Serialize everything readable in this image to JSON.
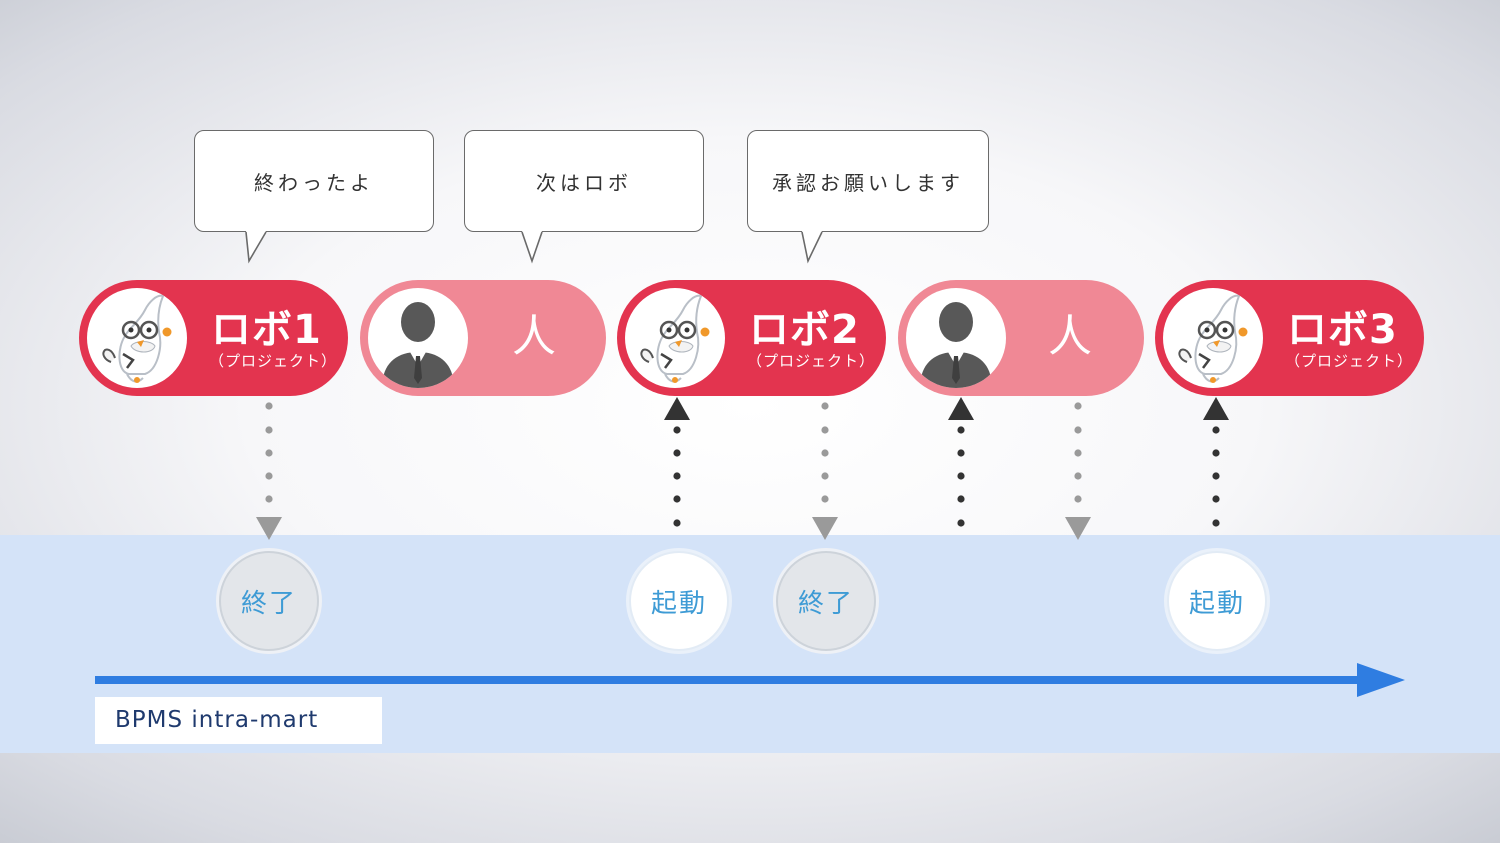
{
  "bubbles": [
    {
      "text": "終わったよ"
    },
    {
      "text": "次はロボ"
    },
    {
      "text": "承認お願いします"
    }
  ],
  "lanes": [
    {
      "type": "robot",
      "title": "ロボ1",
      "subtitle": "（プロジェクト）"
    },
    {
      "type": "human",
      "title": "人"
    },
    {
      "type": "robot",
      "title": "ロボ2",
      "subtitle": "（プロジェクト）"
    },
    {
      "type": "human",
      "title": "人"
    },
    {
      "type": "robot",
      "title": "ロボ3",
      "subtitle": "（プロジェクト）"
    }
  ],
  "events": [
    {
      "label": "終了",
      "kind": "end"
    },
    {
      "label": "起動",
      "kind": "start"
    },
    {
      "label": "終了",
      "kind": "end"
    },
    {
      "label": "起動",
      "kind": "start"
    }
  ],
  "platform": {
    "label": "BPMS intra-mart"
  },
  "colors": {
    "robot_pill": "#e3344f",
    "human_pill": "#f08895",
    "band": "#d4e3f8",
    "timeline_arrow": "#2f7de1",
    "event_text": "#3e9bd5"
  },
  "icons": [
    "robot-mascot-icon",
    "person-silhouette-icon"
  ]
}
